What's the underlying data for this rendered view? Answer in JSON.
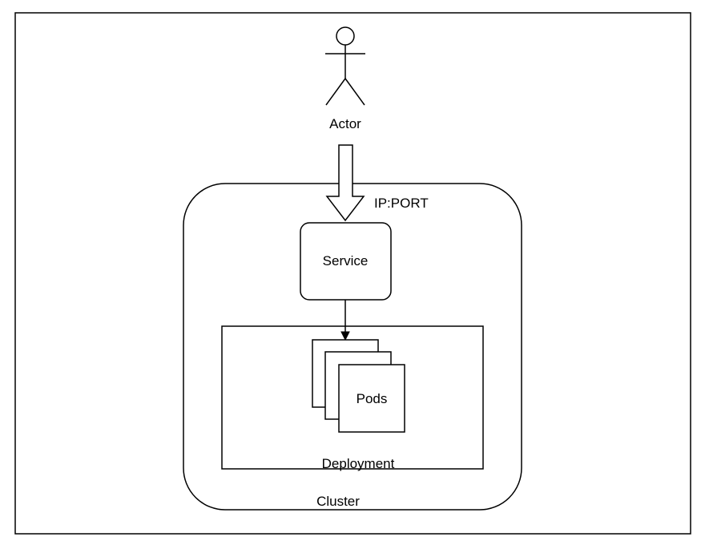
{
  "diagram": {
    "actor_label": "Actor",
    "arrow_label": "IP:PORT",
    "service_label": "Service",
    "pods_label": "Pods",
    "deployment_label": "Deployment",
    "cluster_label": "Cluster"
  },
  "colors": {
    "stroke": "#000000",
    "background": "#ffffff"
  }
}
